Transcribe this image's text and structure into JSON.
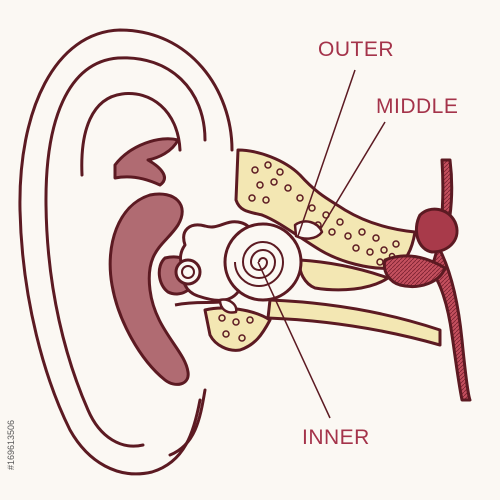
{
  "labels": {
    "outer": "OUTER",
    "middle": "MIDDLE",
    "inner": "INNER"
  },
  "watermark": {
    "id": "#169613506"
  },
  "colors": {
    "background": "#fbf8f3",
    "outline": "#5c1a22",
    "flesh": "#b06b72",
    "bone": "#f3e7b3",
    "vessel": "#a83a4a",
    "label": "#a4334a"
  }
}
